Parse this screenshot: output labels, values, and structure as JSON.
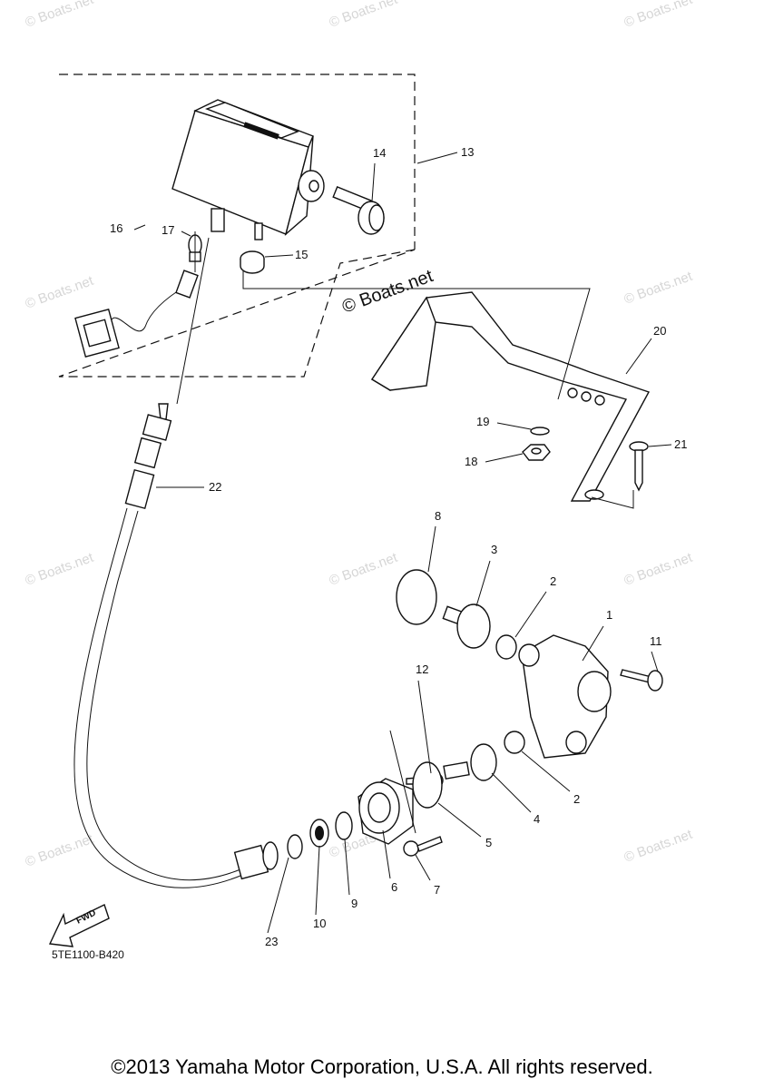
{
  "watermark_text": "© Boats.net",
  "brand_watermark": "© Boats.net",
  "drawing_code": "5TE1100-B420",
  "fwd_label": "FWD",
  "copyright": "©2013 Yamaha Motor Corporation, U.S.A. All rights reserved.",
  "callouts": [
    "1",
    "2",
    "2",
    "3",
    "4",
    "5",
    "6",
    "7",
    "8",
    "9",
    "10",
    "11",
    "12",
    "13",
    "14",
    "15",
    "16",
    "17",
    "18",
    "19",
    "20",
    "21",
    "22",
    "23"
  ]
}
